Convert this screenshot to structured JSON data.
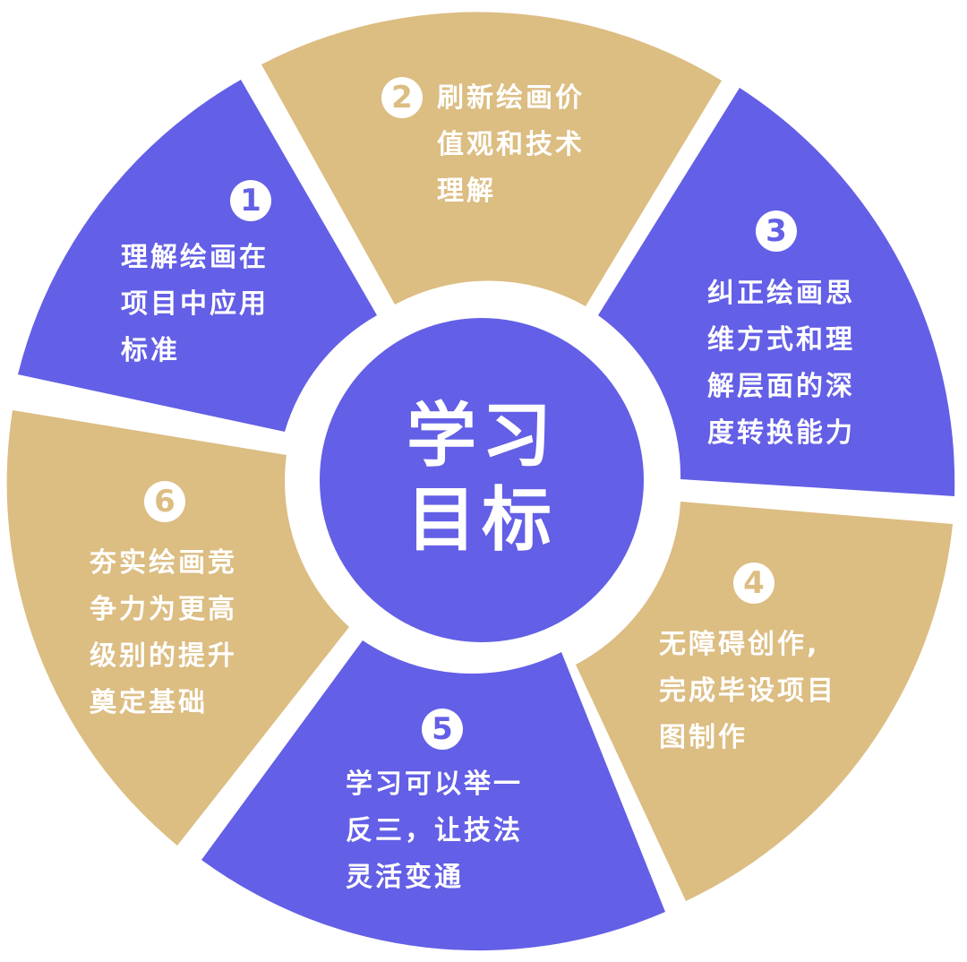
{
  "colors": {
    "blue": "#635fe6",
    "gold": "#dcbd82",
    "white": "#ffffff"
  },
  "center": {
    "line1": "学习",
    "line2": "目标"
  },
  "segments": [
    {
      "number": "1",
      "color": "blue",
      "lines": [
        "理解绘画在",
        "项目中应用",
        "标准"
      ]
    },
    {
      "number": "2",
      "color": "gold",
      "lines": [
        "刷新绘画价",
        "值观和技术",
        "理解"
      ]
    },
    {
      "number": "3",
      "color": "blue",
      "lines": [
        "纠正绘画思",
        "维方式和理",
        "解层面的深",
        "度转换能力"
      ]
    },
    {
      "number": "4",
      "color": "gold",
      "lines": [
        "无障碍创作,",
        "完成毕设项目",
        "图制作"
      ]
    },
    {
      "number": "5",
      "color": "blue",
      "lines": [
        "学习可以举一",
        "反三，让技法",
        "灵活变通"
      ]
    },
    {
      "number": "6",
      "color": "gold",
      "lines": [
        "夯实绘画竞",
        "争力为更高",
        "级别的提升",
        "奠定基础"
      ]
    }
  ]
}
